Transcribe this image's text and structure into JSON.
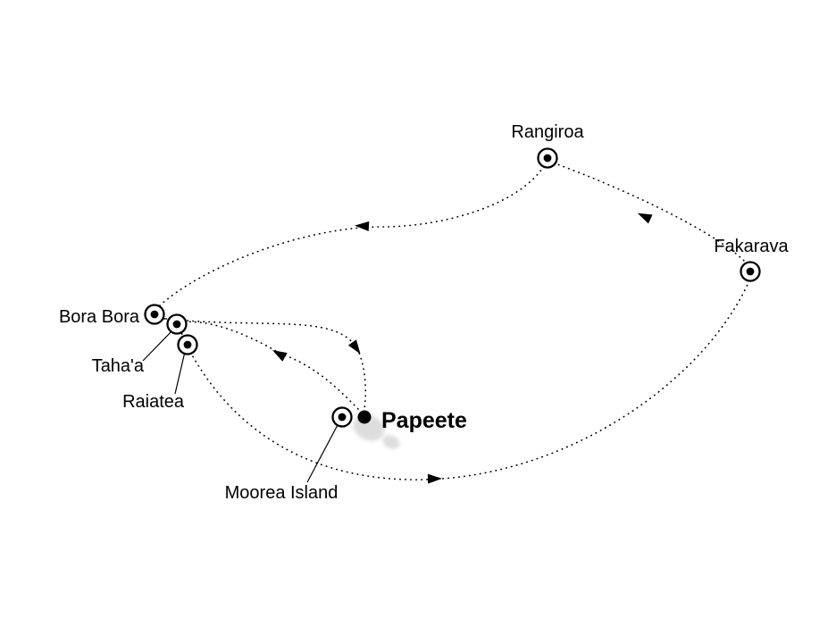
{
  "map": {
    "ports": {
      "rangiroa": {
        "name": "Rangiroa",
        "marker": "ringed"
      },
      "fakarava": {
        "name": "Fakarava",
        "marker": "ringed"
      },
      "bora_bora": {
        "name": "Bora Bora",
        "marker": "ringed"
      },
      "tahaa": {
        "name": "Taha'a",
        "marker": "ringed"
      },
      "raiatea": {
        "name": "Raiatea",
        "marker": "ringed"
      },
      "papeete": {
        "name": "Papeete",
        "marker": "solid-dot",
        "emphasis": "bold"
      },
      "moorea": {
        "name": "Moorea Island",
        "marker": "ringed"
      }
    },
    "style": {
      "route_line": "dotted",
      "route_color": "#000000",
      "label_color": "#000000",
      "island_color": "#c6c6c6",
      "background": "#ffffff"
    }
  }
}
